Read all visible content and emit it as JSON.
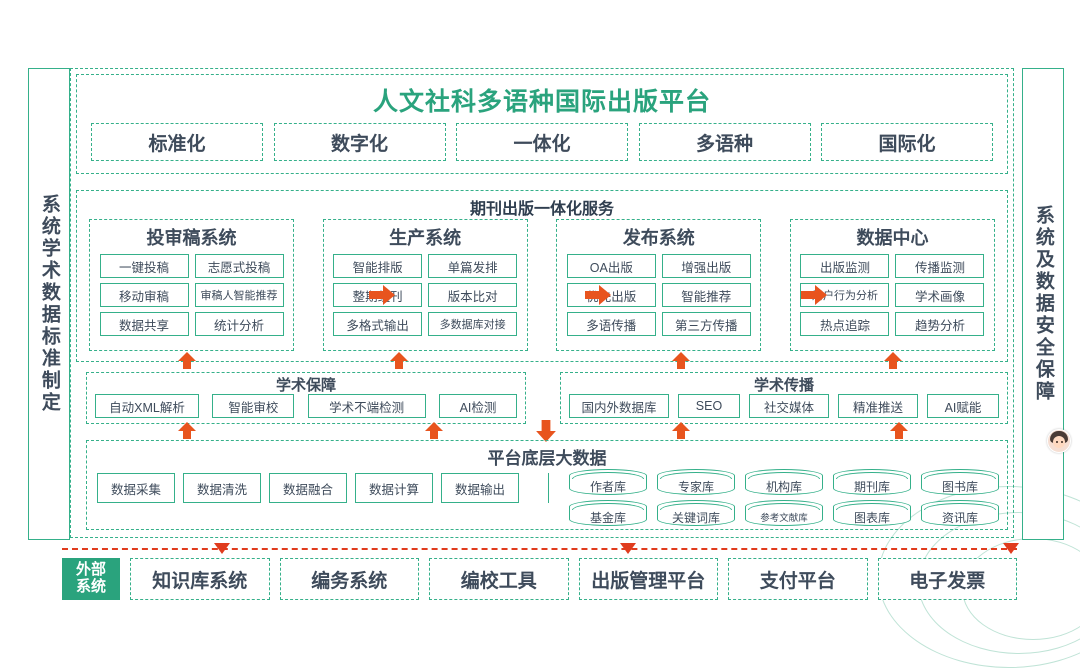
{
  "left_pillar": {
    "label": "系统学术数据标准制定"
  },
  "right_pillar": {
    "label": "系统及数据安全保障"
  },
  "banner": {
    "platform_title": "人文社科多语种国际出版平台",
    "pills": [
      "标准化",
      "数字化",
      "一体化",
      "多语种",
      "国际化"
    ]
  },
  "service": {
    "title": "期刊出版一体化服务",
    "systems": [
      {
        "name": "投审稿系统",
        "items": [
          "一键投稿",
          "志愿式投稿",
          "移动审稿",
          "审稿人智能推荐",
          "数据共享",
          "统计分析"
        ]
      },
      {
        "name": "生产系统",
        "items": [
          "智能排版",
          "单篇发排",
          "整期组刊",
          "版本比对",
          "多格式输出",
          "多数据库对接"
        ]
      },
      {
        "name": "发布系统",
        "items": [
          "OA出版",
          "增强出版",
          "优先出版",
          "智能推荐",
          "多语传播",
          "第三方传播"
        ]
      },
      {
        "name": "数据中心",
        "items": [
          "出版监测",
          "传播监测",
          "用户行为分析",
          "学术画像",
          "热点追踪",
          "趋势分析"
        ]
      }
    ]
  },
  "guarantee": {
    "title": "学术保障",
    "items": [
      "自动XML解析",
      "智能审校",
      "学术不端检测",
      "AI检测"
    ]
  },
  "dissemination": {
    "title": "学术传播",
    "items": [
      "国内外数据库",
      "SEO",
      "社交媒体",
      "精准推送",
      "AI赋能"
    ]
  },
  "bigdata": {
    "title": "平台底层大数据",
    "pipeline": [
      "数据采集",
      "数据清洗",
      "数据融合",
      "数据计算",
      "数据输出"
    ],
    "databases_row1": [
      "作者库",
      "专家库",
      "机构库",
      "期刊库",
      "图书库"
    ],
    "databases_row2": [
      "基金库",
      "关键词库",
      "参考文献库",
      "图表库",
      "资讯库"
    ]
  },
  "external": {
    "badge_line1": "外部",
    "badge_line2": "系统",
    "items": [
      "知识库系统",
      "编务系统",
      "编校工具",
      "出版管理平台",
      "支付平台",
      "电子发票"
    ]
  },
  "colors": {
    "green": "#35b08a",
    "title_green": "#2aa37d",
    "orange": "#e8541e",
    "red": "#e03c1e",
    "text": "#3e4b5b"
  }
}
